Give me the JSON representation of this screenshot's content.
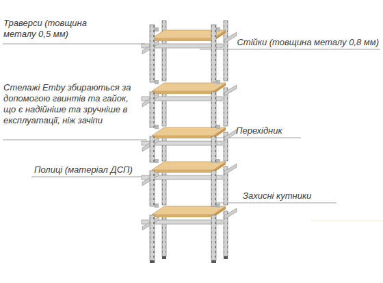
{
  "diagram": {
    "labels": [
      "Траверси (товщина металу 0,5 мм)",
      "Стійки (товщина металу 0,8 мм)",
      "Стелажі Emby збираються за допомогою гвинтів та гайок, що є надійніше та зручніше в експлуатації, ніж зачіпи",
      "Перехідник",
      "Полиці (матеріал ДСП)",
      "Захисні кутники"
    ]
  }
}
